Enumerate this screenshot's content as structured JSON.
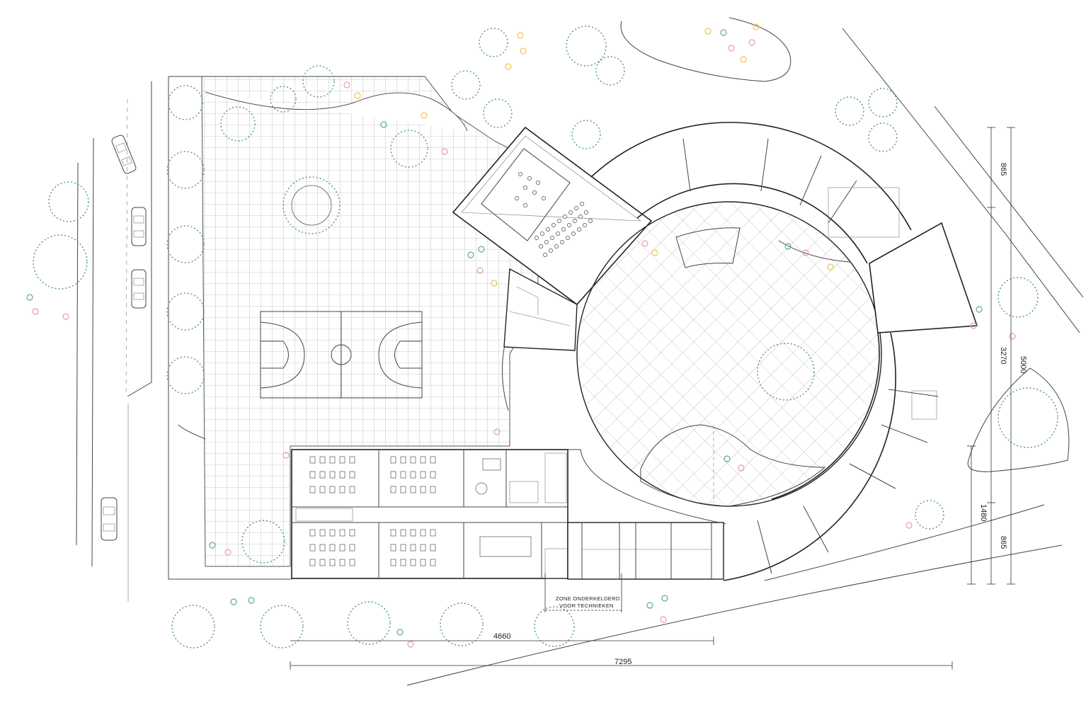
{
  "dimensions": {
    "width_total": "7295",
    "width_partial": "4660",
    "height_total": "5000",
    "height_mid": "3270",
    "height_top": "865",
    "height_bottom": "865",
    "height_lower": "1480"
  },
  "annotation": {
    "line1": "ZONE ONDERKELDERD",
    "line2": "VOOR TECHNIEKEN"
  },
  "colors": {
    "tree": "#4f9a6c",
    "flower_pink": "#e79ab8",
    "flower_yellow": "#efc34a",
    "flower_green": "#5fae7c",
    "line": "#333333"
  }
}
